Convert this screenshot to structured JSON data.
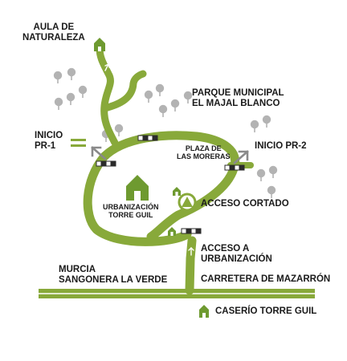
{
  "colors": {
    "trail": "#88a93a",
    "house": "#6e9a30",
    "tree": "#b3b3b3",
    "label": "#1a1a1a",
    "marker_outline": "#2b2b2b",
    "background": "#ffffff"
  },
  "labels": {
    "aula": [
      "AULA DE",
      "NATURALEZA"
    ],
    "parque": [
      "PARQUE MUNICIPAL",
      "EL MAJAL BLANCO"
    ],
    "inicio_pr1": [
      "INICIO",
      "PR-1"
    ],
    "inicio_pr2": "INICIO PR-2",
    "plaza": [
      "PLAZA DE",
      "LAS MORERAS"
    ],
    "urbanizacion": [
      "URBANIZACIÓN",
      "TORRE GUIL"
    ],
    "acceso_cortado": "ACCESO CORTADO",
    "acceso_urb": [
      "ACCESO A",
      "URBANIZACIÓN"
    ],
    "murcia": [
      "MURCIA",
      "SANGONERA LA VERDE"
    ],
    "carretera": "CARRETERA DE MAZARRÓN",
    "caserio": "CASERÍO TORRE GUIL"
  },
  "icons": {
    "house": "house-icon",
    "tree": "tree-icon",
    "warning": "warning-triangle-icon",
    "arrow": "direction-arrow-icon",
    "trail_start": "trail-start-marker-icon"
  }
}
